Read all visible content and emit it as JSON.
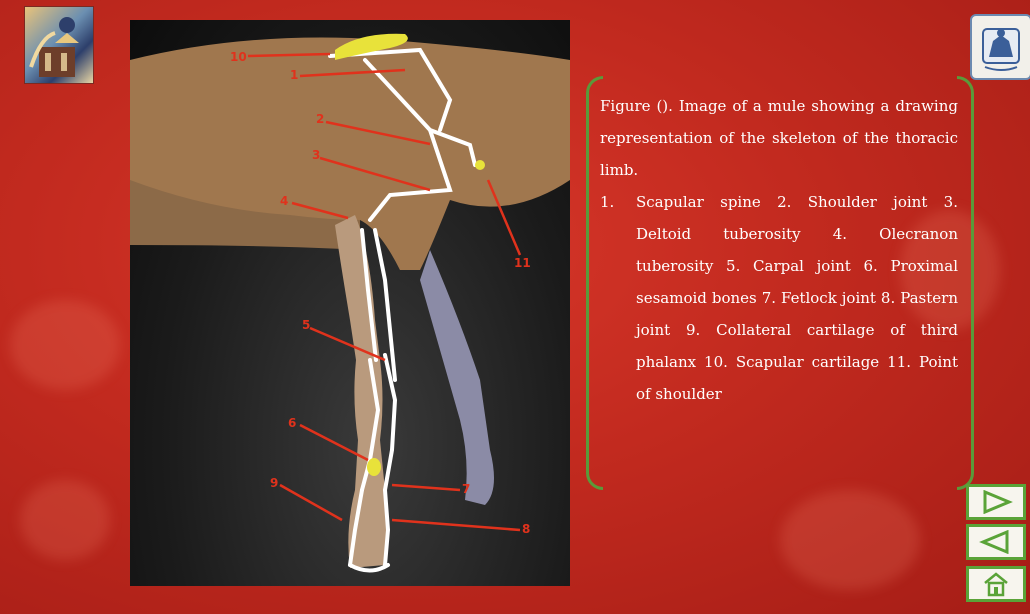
{
  "caption": "Figure (). Image of a mule showing a drawing representation of the skeleton of the thoracic limb.",
  "legend": {
    "number": "1.",
    "text": "Scapular spine 2. Shoulder joint 3. Deltoid tuberosity 4. Olecranon tuberosity 5. Carpal joint 6. Proximal sesamoid bones 7. Fetlock joint 8. Pastern joint 9. Collateral cartilage of third phalanx 10. Scapular cartilage 11. Point of shoulder"
  },
  "figure_labels": {
    "l1": "1",
    "l2": "2",
    "l3": "3",
    "l4": "4",
    "l5": "5",
    "l6": "6",
    "l7": "7",
    "l8": "8",
    "l9": "9",
    "l10": "10",
    "l11": "11"
  },
  "colors": {
    "background": "#c22a1f",
    "bracket": "#5a9a3a",
    "nav_border": "#5aa338",
    "arrow": "#e0321c",
    "skeleton": "#ffffff",
    "highlight": "#e8e23a"
  },
  "icons": {
    "top_left": "course-logo-icon",
    "top_right": "institution-logo-icon",
    "next": "next-arrow-icon",
    "prev": "previous-arrow-icon",
    "home": "home-icon"
  }
}
